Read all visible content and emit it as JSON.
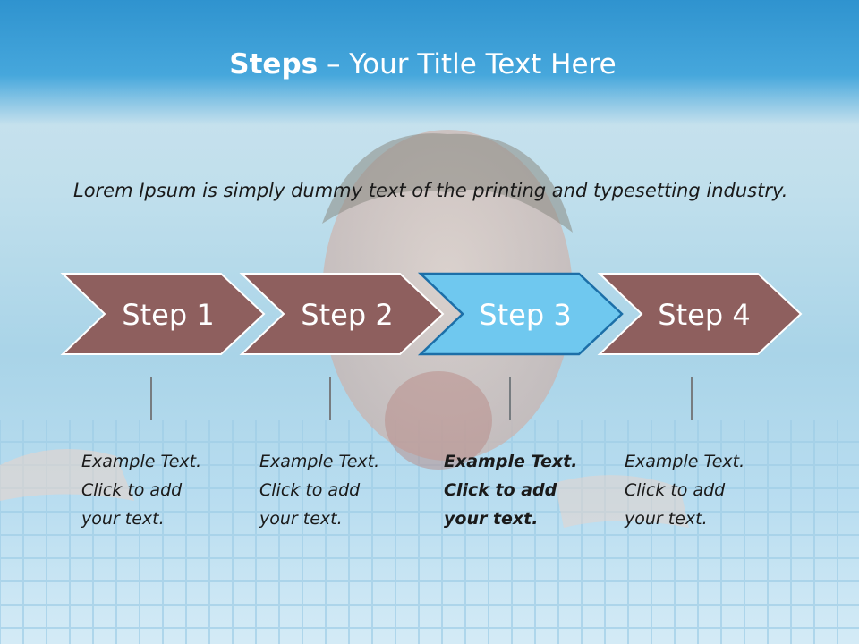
{
  "slide": {
    "title_bold": "Steps",
    "title_rest": " – Your Title Text Here",
    "subtitle": "Lorem Ipsum is simply dummy text of the printing and typesetting industry."
  },
  "steps": [
    {
      "label": "Step 1",
      "highlighted": false
    },
    {
      "label": "Step 2",
      "highlighted": false
    },
    {
      "label": "Step 3",
      "highlighted": true
    },
    {
      "label": "Step 4",
      "highlighted": false
    }
  ],
  "captions": [
    {
      "lines": [
        "Example Text.",
        "Click  to add",
        "your text."
      ],
      "bold": false
    },
    {
      "lines": [
        "Example Text.",
        "Click  to add",
        "your text."
      ],
      "bold": false
    },
    {
      "lines": [
        "Example Text.",
        "Click  to add",
        "your text."
      ],
      "bold": true
    },
    {
      "lines": [
        "Example Text.",
        "Click  to add",
        "your text."
      ],
      "bold": false
    }
  ],
  "colors": {
    "step_fill": "#8e5f5e",
    "step_highlight": "#6fc8ef",
    "step_highlight_border": "#1c6fa8",
    "title_band": "#3a9fd8"
  }
}
